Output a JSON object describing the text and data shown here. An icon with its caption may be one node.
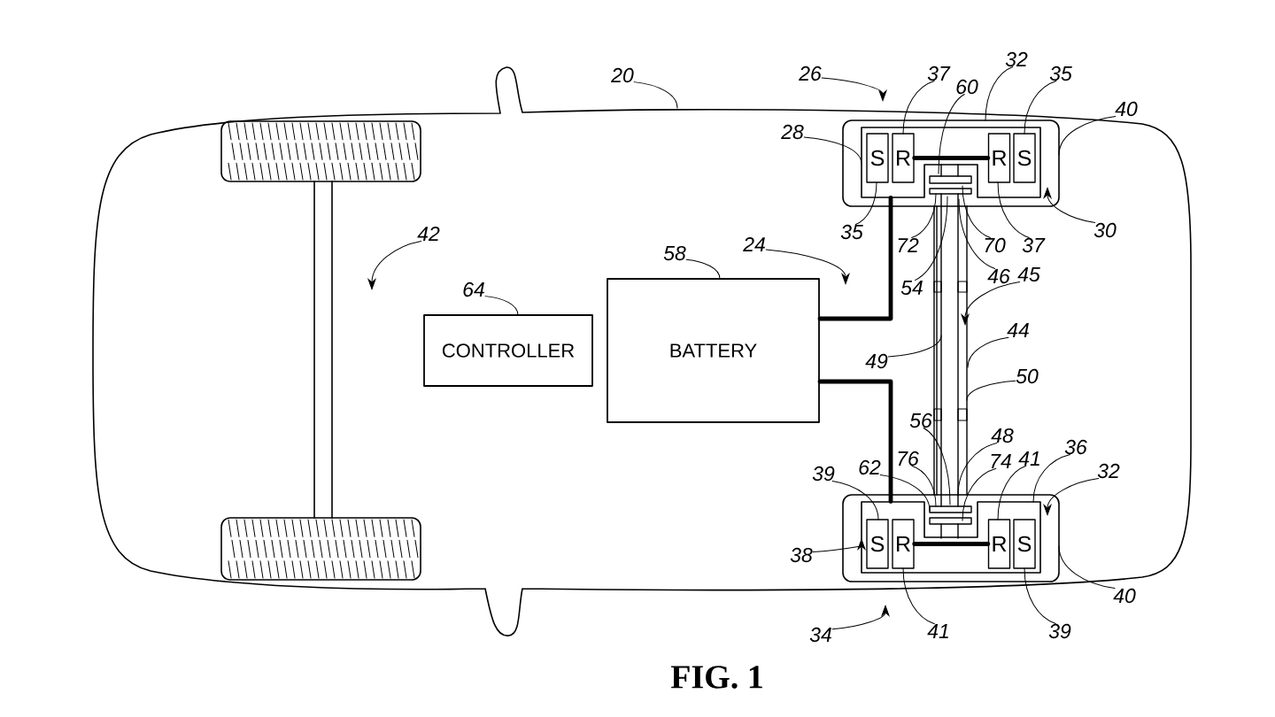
{
  "diagram": {
    "caption": "FIG. 1",
    "nodes": [
      {
        "text": [],
        "shape": "box"
      },
      {
        "text": [],
        "shape": "box",
        "in": 0
      },
      {
        "text": [
          "S"
        ],
        "in": 1
      },
      {
        "text": [
          "R"
        ],
        "in": 1
      },
      {
        "text": [
          "R"
        ],
        "in": 1
      },
      {
        "text": [
          "S"
        ],
        "in": 1
      },
      {
        "text": [
          "CONTROLLER"
        ]
      },
      {
        "text": [
          "BATTERY"
        ]
      },
      {
        "text": [],
        "shape": "box"
      },
      {
        "text": [],
        "shape": "box",
        "in": 8
      },
      {
        "text": [
          "S"
        ],
        "in": 9
      },
      {
        "text": [
          "R"
        ],
        "in": 9
      },
      {
        "text": [
          "R"
        ],
        "in": 9
      },
      {
        "text": [
          "S"
        ],
        "in": 9
      },
      {
        "text": [
          "20"
        ]
      },
      {
        "text": [
          "26"
        ]
      },
      {
        "text": [
          "37"
        ]
      },
      {
        "text": [
          "32"
        ]
      },
      {
        "text": [
          "60"
        ]
      },
      {
        "text": [
          "35"
        ]
      },
      {
        "text": [
          "40"
        ]
      },
      {
        "text": [
          "28"
        ]
      },
      {
        "text": [
          "42"
        ]
      },
      {
        "text": [
          "64"
        ]
      },
      {
        "text": [
          "58"
        ]
      },
      {
        "text": [
          "24"
        ]
      },
      {
        "text": [
          "30"
        ]
      },
      {
        "text": [
          "35"
        ]
      },
      {
        "text": [
          "72"
        ]
      },
      {
        "text": [
          "70"
        ]
      },
      {
        "text": [
          "37"
        ]
      },
      {
        "text": [
          "54"
        ]
      },
      {
        "text": [
          "46"
        ]
      },
      {
        "text": [
          "45"
        ]
      },
      {
        "text": [
          "44"
        ]
      },
      {
        "text": [
          "49"
        ]
      },
      {
        "text": [
          "50"
        ]
      },
      {
        "text": [
          "56"
        ]
      },
      {
        "text": [
          "48"
        ]
      },
      {
        "text": [
          "36"
        ]
      },
      {
        "text": [
          "76"
        ]
      },
      {
        "text": [
          "74"
        ]
      },
      {
        "text": [
          "41"
        ]
      },
      {
        "text": [
          "62"
        ]
      },
      {
        "text": [
          "39"
        ]
      },
      {
        "text": [
          "32"
        ]
      },
      {
        "text": [
          "38"
        ]
      },
      {
        "text": [
          "40"
        ]
      },
      {
        "text": [
          "41"
        ]
      },
      {
        "text": [
          "39"
        ]
      },
      {
        "text": [
          "34"
        ]
      }
    ],
    "edges": [
      {
        "from": 3,
        "to": 4,
        "arrow": "none",
        "style": "thick"
      },
      {
        "from": 7,
        "to": 1,
        "arrow": "none",
        "style": "thick"
      },
      {
        "from": 11,
        "to": 12,
        "arrow": "none",
        "style": "thick"
      },
      {
        "from": 7,
        "to": 9,
        "arrow": "none",
        "style": "thick"
      },
      {
        "from": 14,
        "to": null,
        "arrow": "none"
      },
      {
        "from": 15,
        "to": null,
        "arrow": "to"
      },
      {
        "from": 16,
        "to": 3,
        "arrow": "none"
      },
      {
        "from": 17,
        "to": 0,
        "arrow": "none"
      },
      {
        "from": 18,
        "to": 1,
        "arrow": "none"
      },
      {
        "from": 19,
        "to": 5,
        "arrow": "none"
      },
      {
        "from": 20,
        "to": 0,
        "arrow": "none"
      },
      {
        "from": 21,
        "to": 1,
        "arrow": "none"
      },
      {
        "from": 22,
        "to": null,
        "arrow": "to"
      },
      {
        "from": 23,
        "to": 6,
        "arrow": "none"
      },
      {
        "from": 24,
        "to": 7,
        "arrow": "none"
      },
      {
        "from": 25,
        "to": null,
        "arrow": "to"
      },
      {
        "from": 26,
        "to": 1,
        "arrow": "to"
      },
      {
        "from": 27,
        "to": 2,
        "arrow": "none"
      },
      {
        "from": 28,
        "to": 1,
        "arrow": "none"
      },
      {
        "from": 29,
        "to": 1,
        "arrow": "none"
      },
      {
        "from": 30,
        "to": 4,
        "arrow": "none"
      },
      {
        "from": 31,
        "to": 0,
        "arrow": "none"
      },
      {
        "from": 32,
        "to": 0,
        "arrow": "none"
      },
      {
        "from": 33,
        "to": null,
        "arrow": "to"
      },
      {
        "from": 34,
        "to": null,
        "arrow": "none"
      },
      {
        "from": 35,
        "to": null,
        "arrow": "none"
      },
      {
        "from": 36,
        "to": null,
        "arrow": "none"
      },
      {
        "from": 37,
        "to": 8,
        "arrow": "none"
      },
      {
        "from": 38,
        "to": 8,
        "arrow": "none"
      },
      {
        "from": 39,
        "to": 9,
        "arrow": "none"
      },
      {
        "from": 40,
        "to": 9,
        "arrow": "none"
      },
      {
        "from": 41,
        "to": 9,
        "arrow": "none"
      },
      {
        "from": 42,
        "to": 12,
        "arrow": "none"
      },
      {
        "from": 43,
        "to": 9,
        "arrow": "none"
      },
      {
        "from": 44,
        "to": 10,
        "arrow": "none"
      },
      {
        "from": 45,
        "to": 8,
        "arrow": "to"
      },
      {
        "from": 46,
        "to": 9,
        "arrow": "to"
      },
      {
        "from": 47,
        "to": 8,
        "arrow": "none"
      },
      {
        "from": 48,
        "to": 11,
        "arrow": "none"
      },
      {
        "from": 49,
        "to": 13,
        "arrow": "none"
      },
      {
        "from": 50,
        "to": null,
        "arrow": "to"
      }
    ]
  }
}
